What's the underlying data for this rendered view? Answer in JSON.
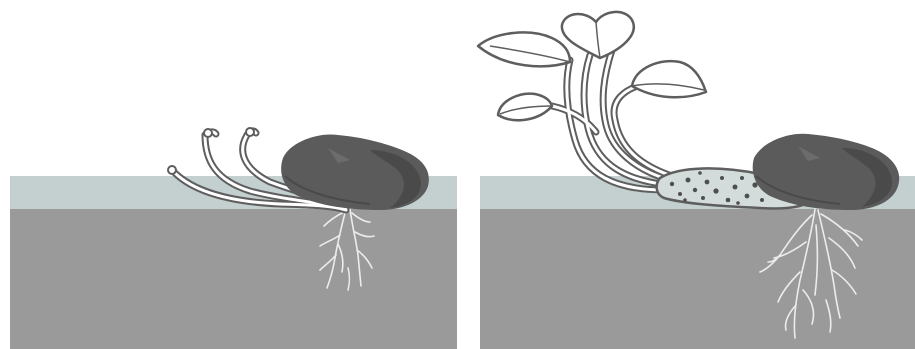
{
  "figure": {
    "panels": [
      {
        "id": "left",
        "subject": "stolon-cuttings-beside-rock",
        "elements": [
          "soil-block",
          "water-band",
          "rock",
          "stolon-stems",
          "roots"
        ]
      },
      {
        "id": "right",
        "subject": "rooted-plant-with-leaves-beside-rock",
        "elements": [
          "soil-block",
          "water-band",
          "rock",
          "leafy-stems",
          "stolon-mass",
          "roots"
        ]
      }
    ],
    "colors": {
      "background": "#ffffff",
      "soil": "#9a9a9a",
      "water": "#c3d0cf",
      "rock": "#5b5b5b",
      "rock_shade": "#4a4a4a",
      "stem_outline": "#5e5e5e",
      "stem_fill": "#ffffff",
      "root": "#ececec",
      "stolon_fill": "#d4dcdb",
      "stolon_speckle": "#4f4f4f"
    }
  }
}
